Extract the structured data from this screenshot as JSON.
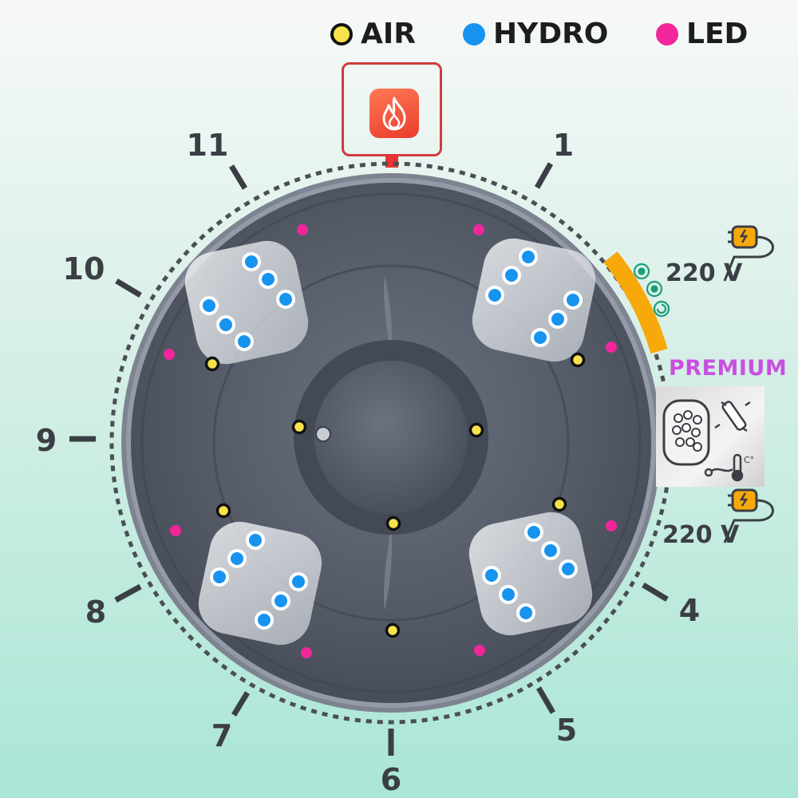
{
  "legend": {
    "air": {
      "label": "AIR",
      "color": "#f6e24a"
    },
    "hydro": {
      "label": "HYDRO",
      "color": "#1793f0"
    },
    "led": {
      "label": "LED",
      "color": "#f0269a"
    }
  },
  "clock": {
    "n11": "11",
    "n1": "1",
    "n10": "10",
    "n9": "9",
    "n8": "8",
    "n7": "7",
    "n6": "6",
    "n5": "5",
    "n4": "4"
  },
  "power": {
    "top_voltage": "220 V",
    "bottom_voltage": "220 V"
  },
  "premium": {
    "label": "PREMIUM"
  },
  "icons": {
    "heater": "flame-icon",
    "plug": "plug-icon",
    "filter": "filter-cartridge-icon",
    "uv_lamp": "uv-lamp-icon",
    "thermometer": "thermometer-icon",
    "pump": "circulation-pump-icon"
  },
  "colors": {
    "tub": "#5b6270",
    "tub_inner": "#4f5562",
    "seat": "#d8dbe0",
    "accent_orange": "#f7a90b",
    "heater_red": "#d23b3b"
  }
}
